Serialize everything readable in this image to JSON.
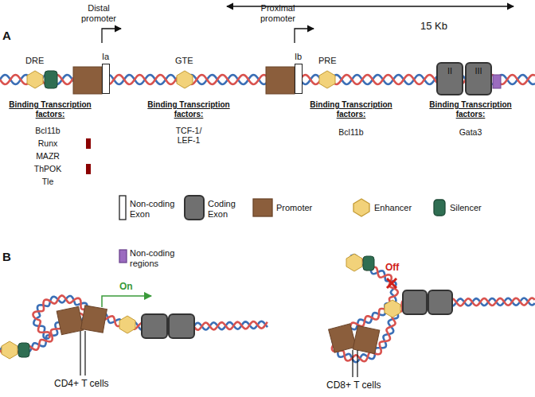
{
  "diagram": {
    "nodes": [
      {
        "text": [
          "Ia"
        ]
      },
      {
        "text": [
          "Ib"
        ]
      },
      {
        "text": [
          "II"
        ]
      },
      {
        "text": [
          "III"
        ]
      }
    ],
    "labels": [
      "A",
      "15 Kb",
      "Distal promoter",
      "Proximal promoter",
      "DRE",
      "GTE",
      "PRE",
      "Binding Transcription factors:",
      "Bcl11b",
      "Runx",
      "MAZR",
      "ThPOK",
      "Tle",
      "Binding Transcription factors:",
      "TCF-1/ LEF-1",
      "Binding Transcription factors:",
      "Bcl11b",
      "Binding Transcription factors:",
      "Gata3",
      "B",
      "On",
      "Off",
      "CD4+ T cells",
      "CD8+ T cells"
    ],
    "legend": [
      {
        "text": "Non-coding Exon",
        "color": "#ffffff"
      },
      {
        "text": "Coding Exon",
        "color": "#707070"
      },
      {
        "text": "Promoter",
        "color": "#8b5e3c"
      },
      {
        "text": "Enhancer",
        "color": "#f2d27a"
      },
      {
        "text": "Silencer",
        "color": "#2f6e52"
      },
      {
        "text": "Non-coding regions",
        "color": "#9b6bbf"
      }
    ]
  }
}
